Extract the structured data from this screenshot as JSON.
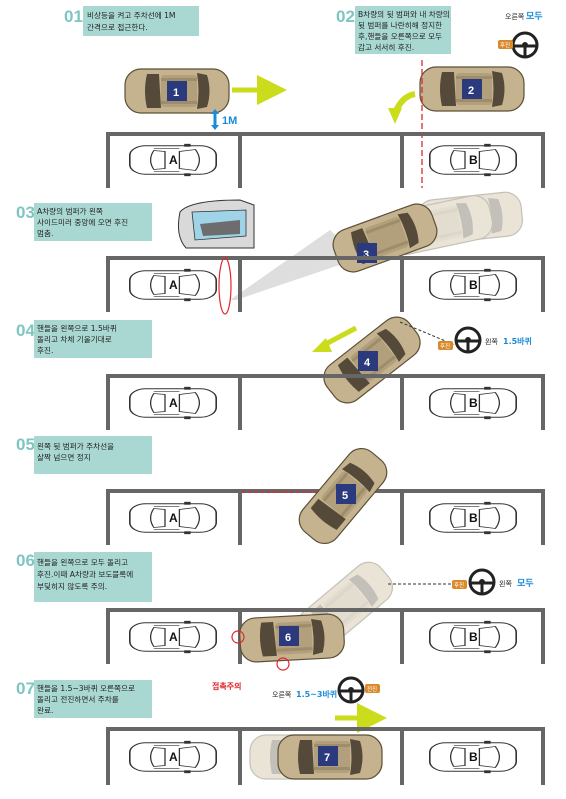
{
  "steps": [
    {
      "num": "01",
      "lines": [
        "비상등을 켜고 주차선에 1M",
        "간격으로 접근한다."
      ]
    },
    {
      "num": "02",
      "lines": [
        "B차량의 뒷 범퍼와 내 차량의",
        "뒷 범퍼를 나란히해 정지한",
        "후,핸들을 오른쪽으로 모두",
        "감고 서서히 후진."
      ]
    },
    {
      "num": "03",
      "lines": [
        "A차량의 범퍼가 왼쪽",
        "사이드미러 중앙에 오면 후진",
        "멈춤."
      ]
    },
    {
      "num": "04",
      "lines": [
        "핸들을 왼쪽으로 1.5바퀴",
        "돌리고 차체 기울기대로",
        "후진."
      ]
    },
    {
      "num": "05",
      "lines": [
        "왼쪽 뒷 범퍼가 주차선을",
        "살짝 넘으면 정지"
      ]
    },
    {
      "num": "06",
      "lines": [
        "핸들을 왼쪽으로 모두 돌리고",
        "후진.이때 A차량과 보도블록에",
        "부딪히지 않도록 주의."
      ]
    },
    {
      "num": "07",
      "lines": [
        "핸들을 1.5~3바퀴 오른쪽으로",
        "돌리고 전진하면서 주차를",
        "완료."
      ]
    }
  ],
  "lots": {
    "a": "A",
    "b": "B"
  },
  "cars": [
    "1",
    "2",
    "3",
    "4",
    "5",
    "6",
    "7"
  ],
  "labels": {
    "gap": "1M",
    "caution": "접촉주의",
    "wheel_reverse": "후진",
    "wheel_forward": "전진",
    "step2_wheel_prefix": "오른쪽",
    "step2_wheel_em": "모두",
    "step4_wheel_prefix": "왼쪽",
    "step4_wheel_em": "1.5바퀴",
    "step6_wheel_prefix": "왼쪽",
    "step6_wheel_em": "모두",
    "step7_wheel_prefix": "오른쪽",
    "step7_wheel_em": "1.5~3바퀴"
  },
  "colors": {
    "accent": "#7fc6c0",
    "box": "#a9d8d2",
    "arrow": "#cbdc1c",
    "car": "#c5b38f",
    "badge": "#2a3a7c",
    "caution": "#e0262c",
    "wheel_tag": "#d98a2b",
    "lot_line": "#666666"
  }
}
